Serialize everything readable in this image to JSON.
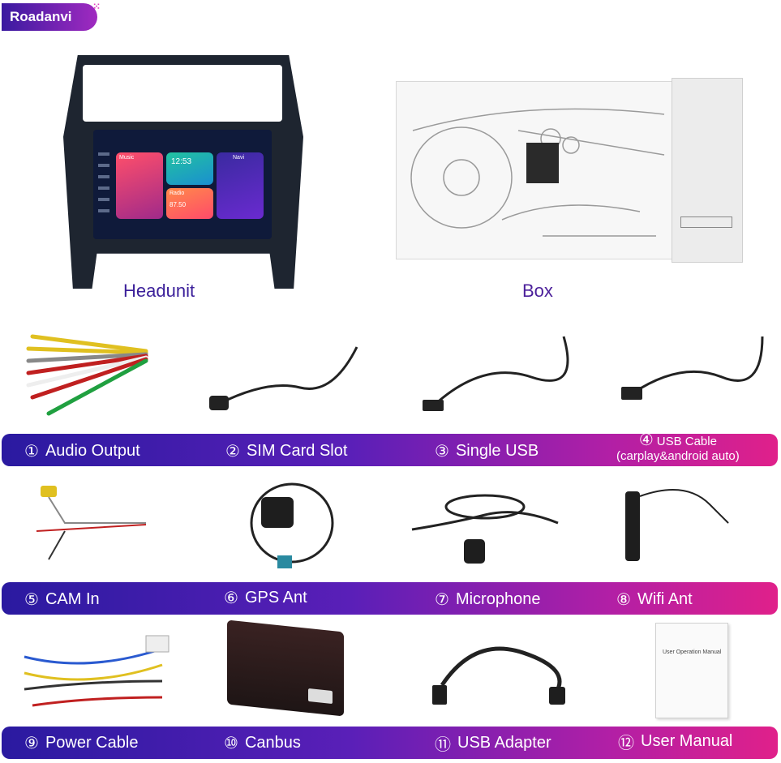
{
  "brand": {
    "name": "Roadanvi"
  },
  "sections": {
    "headunit_title": "Headunit",
    "box_title": "Box"
  },
  "screen": {
    "time": "12:53",
    "music_label": "Music",
    "navi_label": "Navi",
    "radio_label": "Radio",
    "radio_freq": "87.50"
  },
  "box_print": {
    "line1": "User Operation Manual"
  },
  "items": [
    {
      "num": "①",
      "label": "Audio Output"
    },
    {
      "num": "②",
      "label": "SIM Card Slot"
    },
    {
      "num": "③",
      "label": "Single USB"
    },
    {
      "num": "④",
      "label": "USB Cable",
      "sub": "(carplay&android auto)"
    },
    {
      "num": "⑤",
      "label": "CAM In"
    },
    {
      "num": "⑥",
      "label": "GPS Ant"
    },
    {
      "num": "⑦",
      "label": "Microphone"
    },
    {
      "num": "⑧",
      "label": "Wifi Ant"
    },
    {
      "num": "⑨",
      "label": "Power Cable"
    },
    {
      "num": "⑩",
      "label": "Canbus"
    },
    {
      "num": "⑪",
      "label": "USB Adapter"
    },
    {
      "num": "⑫",
      "label": "User Manual"
    }
  ],
  "colors": {
    "bar_start": "#2a1aa0",
    "bar_end": "#e0208a",
    "title_purple": "#3b1f9a"
  }
}
